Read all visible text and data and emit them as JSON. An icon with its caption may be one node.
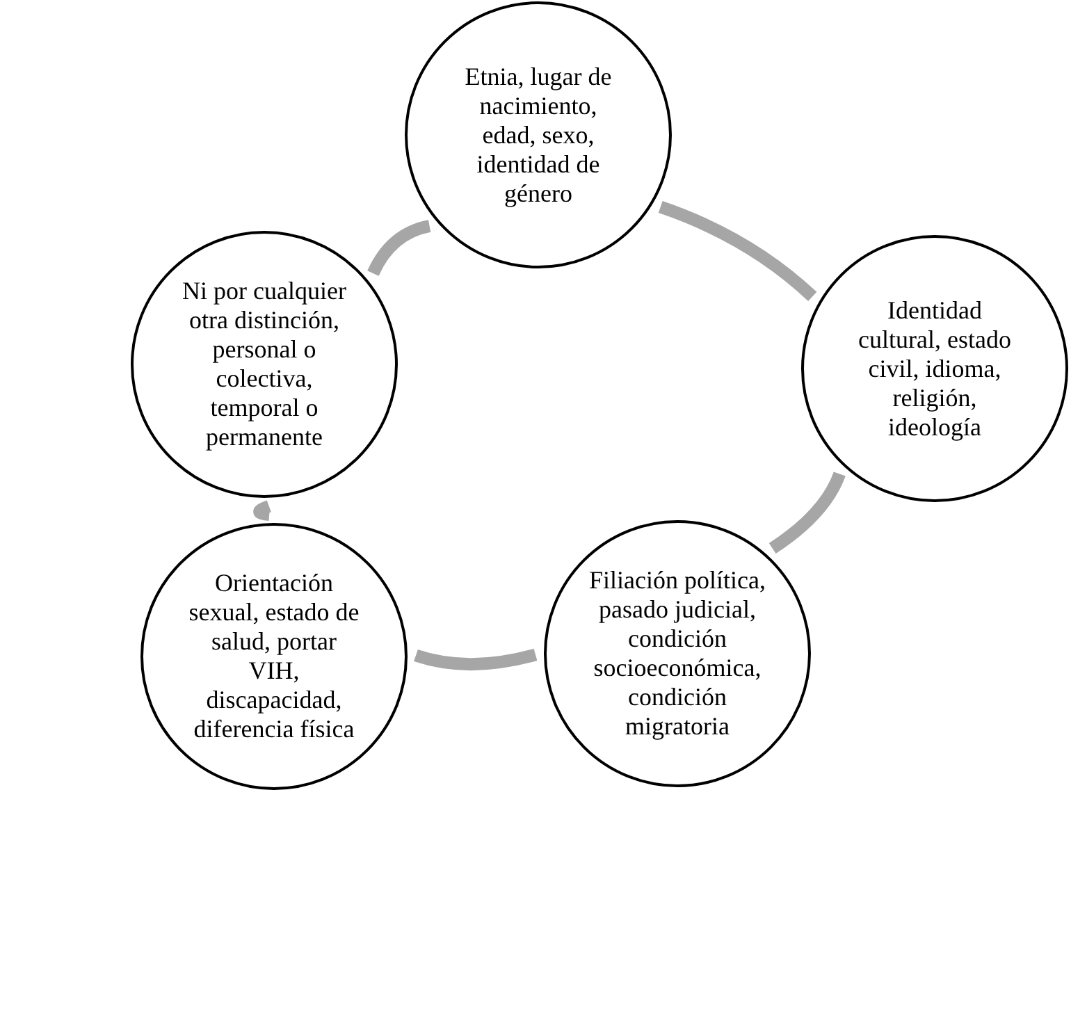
{
  "diagram": {
    "nodes": [
      {
        "text": [
          "Etnia, lugar de nacimiento, edad, sexo, identidad de género"
        ]
      },
      {
        "text": [
          "Identidad cultural, estado civil, idioma, religión, ideología"
        ]
      },
      {
        "text": [
          "Filiación política, pasado judicial, condición socioeconómica, condición migratoria"
        ]
      },
      {
        "text": [
          "Orientación sexual, estado de salud, portar VIH, discapacidad, diferencia física"
        ]
      },
      {
        "text": [
          "Ni por cualquier otra distinción, personal o colectiva, temporal o permanente"
        ]
      }
    ],
    "edges": [
      {
        "from": 0,
        "to": 1,
        "arrow": "none"
      },
      {
        "from": 1,
        "to": 2,
        "arrow": "none"
      },
      {
        "from": 2,
        "to": 3,
        "arrow": "none"
      },
      {
        "from": 3,
        "to": 4,
        "arrow": "none"
      },
      {
        "from": 4,
        "to": 0,
        "arrow": "none"
      }
    ]
  }
}
